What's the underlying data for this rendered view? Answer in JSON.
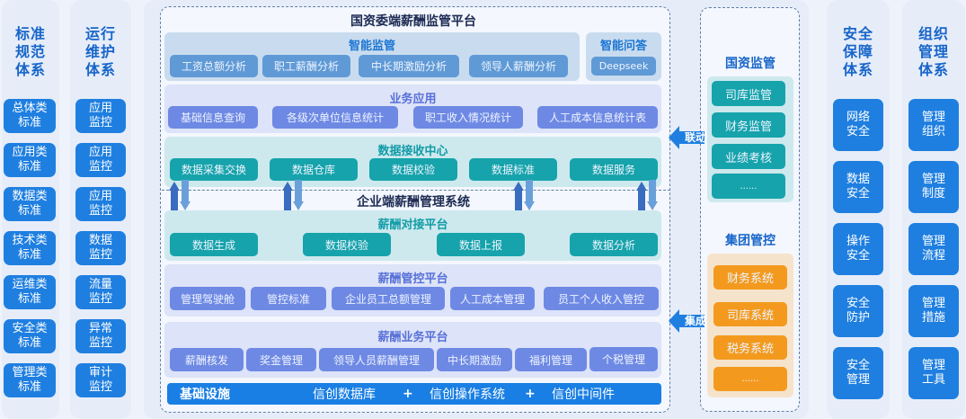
{
  "left_columns": [
    {
      "title": "标准\n规范\n体系",
      "items": [
        "总体类\n标准",
        "应用类\n标准",
        "数据类\n标准",
        "技术类\n标准",
        "运维类\n标准",
        "安全类\n标准",
        "管理类\n标准"
      ]
    },
    {
      "title": "运行\n维护\n体系",
      "items": [
        "应用\n监控",
        "应用\n监控",
        "应用\n监控",
        "数据\n监控",
        "流量\n监控",
        "异常\n监控",
        "审计\n监控"
      ]
    }
  ],
  "right_columns": [
    {
      "title": "安全\n保障\n体系",
      "items": [
        "网络\n安全",
        "数据\n安全",
        "操作\n安全",
        "安全\n防护",
        "安全\n管理"
      ]
    },
    {
      "title": "组织\n管理\n体系",
      "items": [
        "管理\n组织",
        "管理\n制度",
        "管理\n流程",
        "管理\n措施",
        "管理\n工具"
      ]
    }
  ],
  "center": {
    "top_title": "国资委端薪酬监管平台",
    "smart_supervision": {
      "title": "智能监管",
      "items": [
        "工资总额分析",
        "职工薪酬分析",
        "中长期激励分析",
        "领导人薪酬分析"
      ]
    },
    "smart_qa": {
      "title": "智能问答",
      "items": [
        "Deepseek"
      ]
    },
    "business_apps": {
      "title": "业务应用",
      "items": [
        "基础信息查询",
        "各级次单位信息统计",
        "职工收入情况统计",
        "人工成本信息统计表"
      ]
    },
    "data_center": {
      "title": "数据接收中心",
      "items": [
        "数据采集交换",
        "数据仓库",
        "数据校验",
        "数据标准",
        "数据服务"
      ]
    },
    "enterprise_title": "企业端薪酬管理系统",
    "docking_platform": {
      "title": "薪酬对接平台",
      "items": [
        "数据生成",
        "数据校验",
        "数据上报",
        "数据分析"
      ]
    },
    "control_platform": {
      "title": "薪酬管控平台",
      "items": [
        "管理驾驶舱",
        "管控标准",
        "企业员工总额管理",
        "人工成本管理",
        "员工个人收入管控"
      ]
    },
    "business_platform": {
      "title": "薪酬业务平台",
      "items": [
        "薪酬核发",
        "奖金管理",
        "领导人员薪酬管理",
        "中长期激励",
        "福利管理",
        "个税管理"
      ]
    },
    "infrastructure": {
      "label": "基础设施",
      "items": [
        "信创数据库",
        "信创操作系统",
        "信创中间件"
      ],
      "separator": "+"
    }
  },
  "right_panel": {
    "sasac": {
      "title": "国资监管",
      "items": [
        "司库监管",
        "财务监管",
        "业绩考核",
        "......"
      ],
      "link_label": "联动"
    },
    "group": {
      "title": "集团管控",
      "items": [
        "财务系统",
        "司库系统",
        "税务系统",
        "......"
      ],
      "link_label": "集成"
    }
  },
  "colors": {
    "side_button": "#1f7fe0",
    "title_blue": "#1765c9",
    "teal": "#16a3ab",
    "purple": "#6e89e4",
    "orange": "#f39a1e",
    "infra": "#1a7fe4"
  }
}
